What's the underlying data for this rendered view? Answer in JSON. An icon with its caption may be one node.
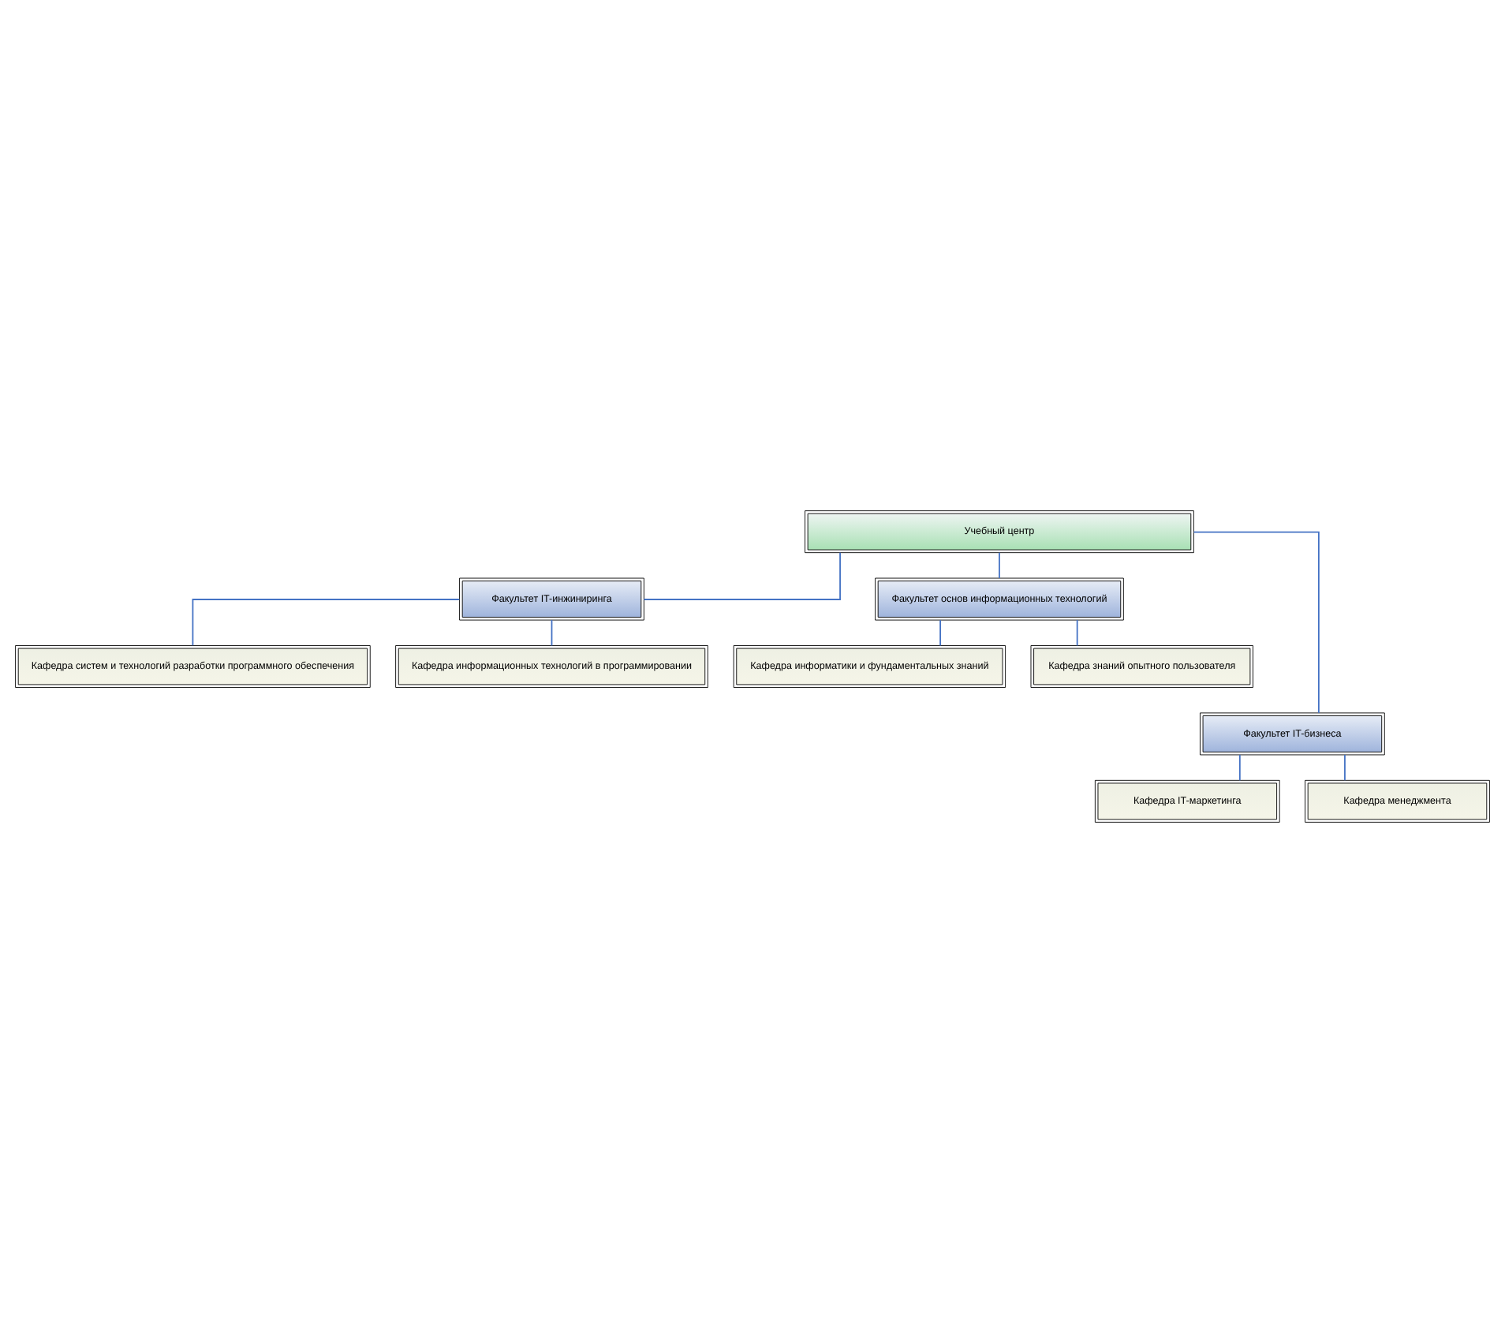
{
  "diagram": {
    "nodes": [
      {
        "text": [
          "Учебный центр"
        ]
      },
      {
        "text": [
          "Факультет IT-инжиниринга"
        ]
      },
      {
        "text": [
          "Факультет основ информационных технологий"
        ]
      },
      {
        "text": [
          "Кафедра систем и технологий разработки программного обеспечения"
        ]
      },
      {
        "text": [
          "Кафедра информационных технологий в программировании"
        ]
      },
      {
        "text": [
          "Кафедра информатики и фундаментальных знаний"
        ]
      },
      {
        "text": [
          "Кафедра знаний опытного пользователя"
        ]
      },
      {
        "text": [
          "Факультет IT-бизнеса"
        ]
      },
      {
        "text": [
          "Кафедра IT-маркетинга"
        ]
      },
      {
        "text": [
          "Кафедра менеджмента"
        ]
      }
    ],
    "edges": [
      {
        "from": 0,
        "to": 1,
        "arrow": "none"
      },
      {
        "from": 0,
        "to": 2,
        "arrow": "none"
      },
      {
        "from": 0,
        "to": 7,
        "arrow": "none"
      },
      {
        "from": 1,
        "to": 3,
        "arrow": "none"
      },
      {
        "from": 1,
        "to": 4,
        "arrow": "none"
      },
      {
        "from": 2,
        "to": 5,
        "arrow": "none"
      },
      {
        "from": 2,
        "to": 6,
        "arrow": "none"
      },
      {
        "from": 7,
        "to": 8,
        "arrow": "none"
      },
      {
        "from": 7,
        "to": 9,
        "arrow": "none"
      }
    ]
  }
}
